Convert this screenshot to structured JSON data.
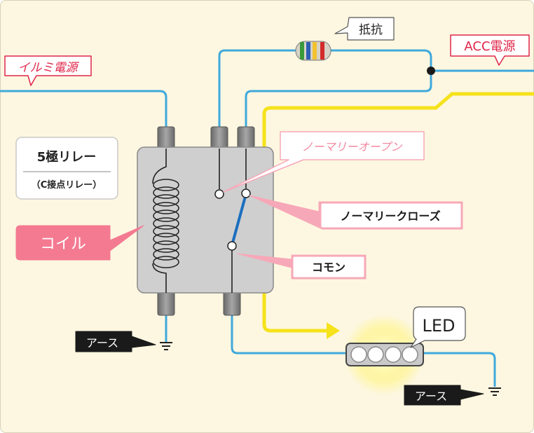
{
  "labels": {
    "illumi_power": "イルミ電源",
    "resistor": "抵抗",
    "acc_power": "ACC電源",
    "relay_title": "5極リレー",
    "relay_subtitle": "（C接点リレー）",
    "coil": "コイル",
    "normally_open": "ノーマリーオープン",
    "normally_closed": "ノーマリークローズ",
    "common": "コモン",
    "led": "LED",
    "earth_left": "アース",
    "earth_right": "アース"
  },
  "colors": {
    "background": "#fdf7e1",
    "wire_blue": "#3fa9dc",
    "wire_yellow": "#f5e21b",
    "relay_body": "#cfcfcf",
    "callout_red": "#e0264a",
    "callout_pink": "#f7a8b8",
    "coil_fill": "#f47a91",
    "switch_blue": "#1b6fbf",
    "earth_label_bg": "#1a1a1a"
  }
}
